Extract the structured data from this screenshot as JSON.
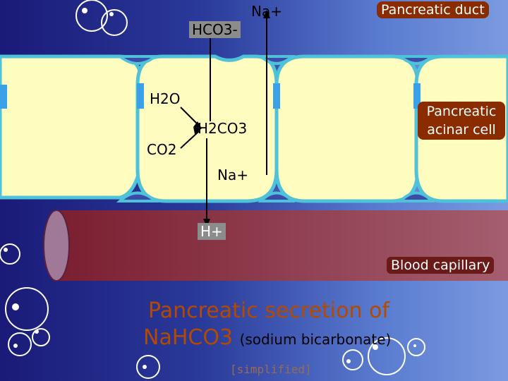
{
  "labels": {
    "hco3": "HCO3-",
    "na_top": "Na+",
    "duct": "Pancreatic duct",
    "h2o": "H2O",
    "h2co3": "H2CO3",
    "co2": "CO2",
    "na_mid": "Na+",
    "acinar": "Pancreatic acinar cell",
    "h_plus": "H+",
    "capillary": "Blood capillary"
  },
  "title": {
    "line1": "Pancreatic secretion of",
    "line2_formula": "NaHCO3",
    "line2_rest": "(sodium bicarbonate)",
    "note": "[simplified]"
  },
  "colors": {
    "cell_fill": "#fffcc0",
    "cell_border": "#4ec2d8",
    "duct_tag": "#8b2b00",
    "capillary": "#8a4a58",
    "title": "#b34a00"
  }
}
